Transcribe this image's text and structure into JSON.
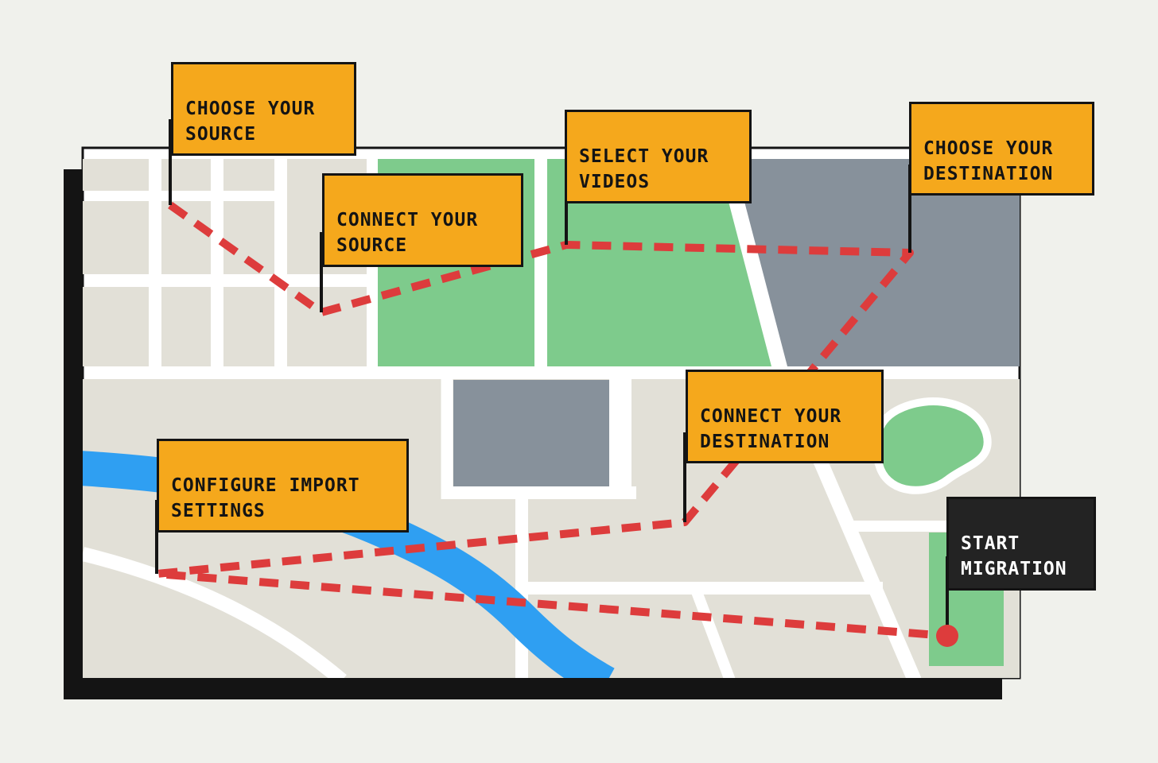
{
  "colors": {
    "background": "#F0F1EC",
    "map_base": "#FFFFFF",
    "map_border": "#141414",
    "shadow": "#141414",
    "block_beige": "#E2E0D7",
    "park_green": "#7ECB8C",
    "district_gray": "#87919B",
    "river_blue": "#2F9FF2",
    "route_red": "#DD3C3C",
    "flag_orange": "#F5A81C",
    "flag_dark": "#232323",
    "flag_text_dark": "#141414",
    "flag_text_light": "#FFFFFF"
  },
  "steps": [
    {
      "id": "choose-source",
      "label": "CHOOSE YOUR\nSOURCE",
      "style": "orange"
    },
    {
      "id": "connect-source",
      "label": "CONNECT YOUR\nSOURCE",
      "style": "orange"
    },
    {
      "id": "select-videos",
      "label": "SELECT YOUR\nVIDEOS",
      "style": "orange"
    },
    {
      "id": "choose-destination",
      "label": "CHOOSE YOUR\nDESTINATION",
      "style": "orange"
    },
    {
      "id": "connect-destination",
      "label": "CONNECT YOUR\nDESTINATION",
      "style": "orange"
    },
    {
      "id": "configure-import-settings",
      "label": "CONFIGURE IMPORT\nSETTINGS",
      "style": "orange"
    },
    {
      "id": "start-migration",
      "label": "START\nMIGRATION",
      "style": "dark"
    }
  ]
}
